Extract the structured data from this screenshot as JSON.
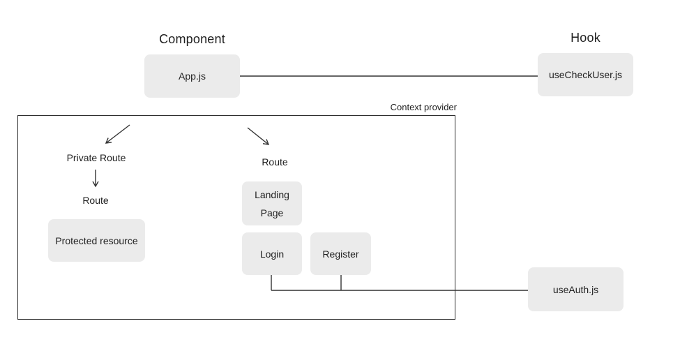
{
  "diagram": {
    "headings": {
      "component": "Component",
      "hook": "Hook"
    },
    "context_provider_label": "Context provider",
    "nodes": {
      "app": "App.js",
      "use_check_user": "useCheckUser.js",
      "protected_resource": "Protected resource",
      "landing_page": "Landing Page",
      "login": "Login",
      "register": "Register",
      "use_auth": "useAuth.js"
    },
    "flow_labels": {
      "private_route": "Private Route",
      "route_left": "Route",
      "route_right": "Route"
    },
    "colors": {
      "background": "#ffffff",
      "node_fill": "#ebebeb",
      "line": "#333333",
      "text": "#1f1f1f",
      "border": "#2e2e2e"
    }
  }
}
